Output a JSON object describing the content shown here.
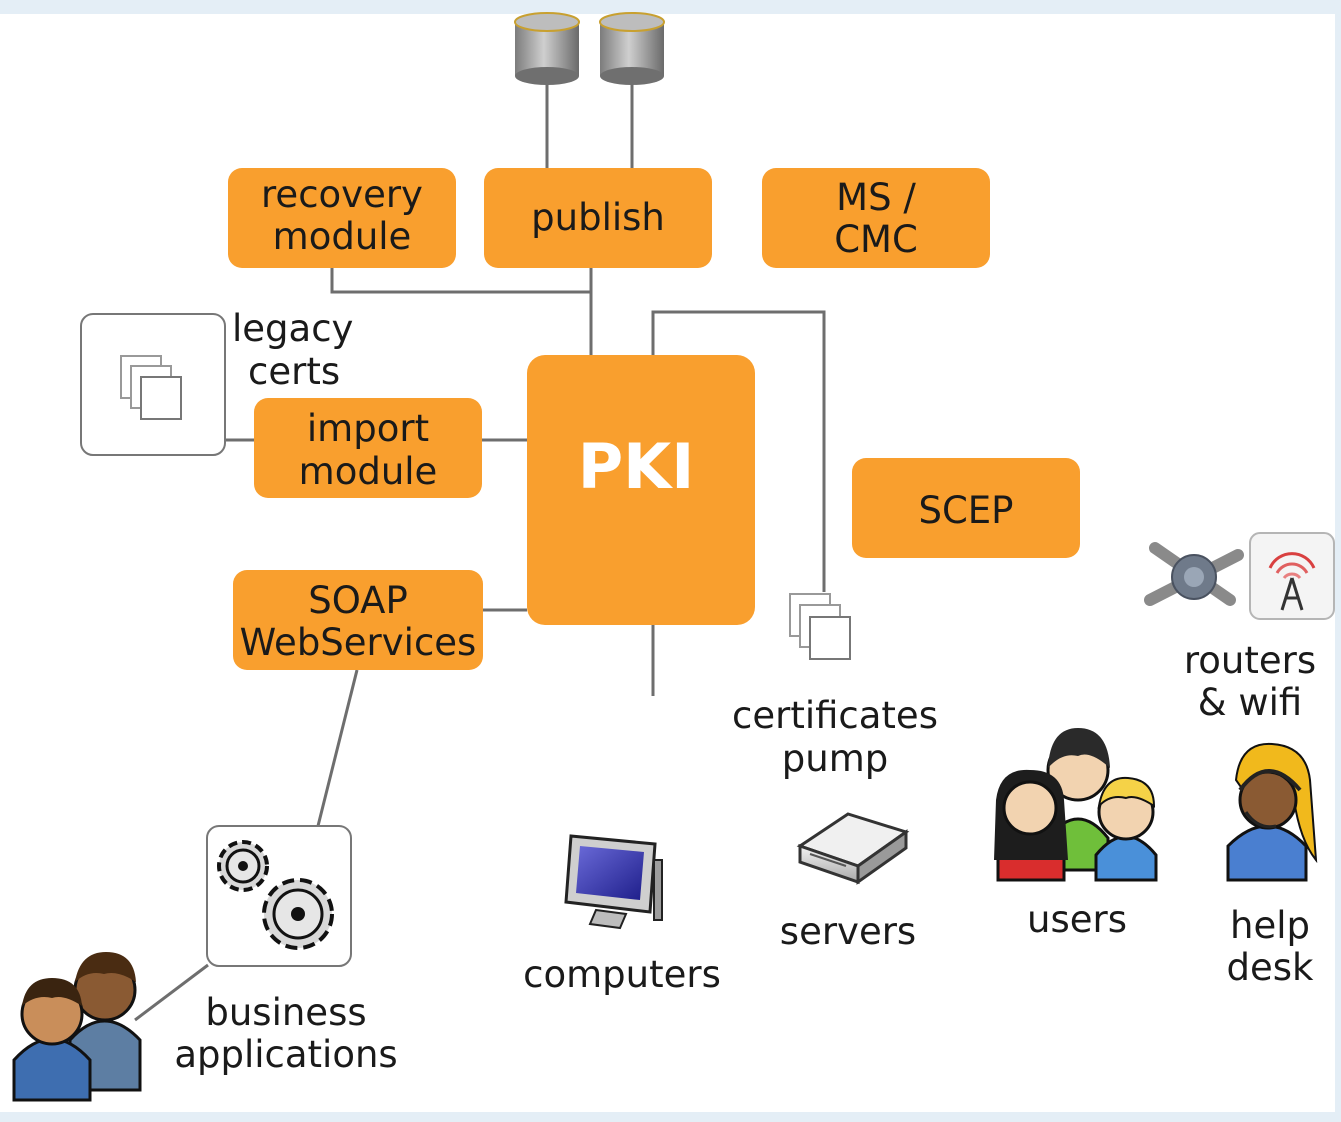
{
  "diagram": {
    "center": {
      "label": "PKI"
    },
    "modules": {
      "recovery": [
        "recovery",
        "module"
      ],
      "publish": [
        "publish"
      ],
      "mscmc": [
        "MS /",
        "CMC"
      ],
      "import": [
        "import",
        "module"
      ],
      "soap": [
        "SOAP",
        "WebServices"
      ],
      "scep": [
        "SCEP"
      ]
    },
    "labels": {
      "legacy": [
        "legacy",
        "certs"
      ],
      "pump": [
        "certificates",
        "pump"
      ],
      "routers": [
        "routers",
        "& wifi"
      ],
      "users": [
        "users"
      ],
      "servers": [
        "servers"
      ],
      "helpdesk": [
        "help",
        "desk"
      ],
      "computers": [
        "computers"
      ],
      "business": [
        "business",
        "applications"
      ]
    },
    "colors": {
      "module_fill": "#f99f2e",
      "line": "#6e6e6e",
      "frame": "#e4eef6"
    },
    "icons": [
      "database-icon",
      "certificate-stack-icon",
      "gears-icon",
      "businessmen-icon",
      "computer-icon",
      "server-icon",
      "users-group-icon",
      "helpdesk-person-icon",
      "router-icon",
      "wifi-antenna-icon"
    ]
  }
}
